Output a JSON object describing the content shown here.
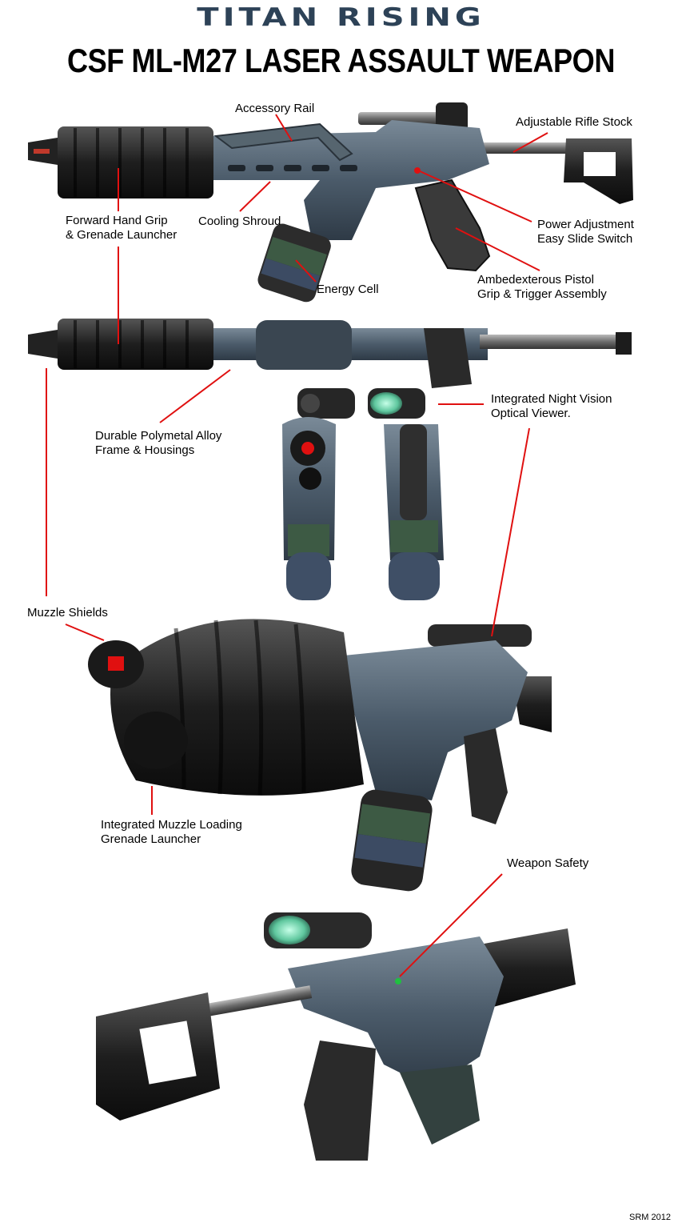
{
  "header": {
    "series_title": "TITAN RISING",
    "main_title": "CSF ML-M27 LASER ASSAULT WEAPON"
  },
  "labels": {
    "accessory_rail": "Accessory Rail",
    "rifle_stock": "Adjustable Rifle Stock",
    "forward_grip_line1": "Forward Hand Grip",
    "forward_grip_line2": "& Grenade Launcher",
    "cooling_shroud": "Cooling Shroud",
    "power_adjust_line1": "Power Adjustment",
    "power_adjust_line2": "Easy Slide Switch",
    "pistol_grip_line1": "Ambedexterous Pistol",
    "pistol_grip_line2": "Grip & Trigger Assembly",
    "energy_cell": "Energy Cell",
    "alloy_frame_line1": "Durable Polymetal Alloy",
    "alloy_frame_line2": "Frame & Housings",
    "night_vision_line1": "Integrated Night Vision",
    "night_vision_line2": "Optical Viewer.",
    "muzzle_shields": "Muzzle Shields",
    "muzzle_launcher_line1": "Integrated Muzzle Loading",
    "muzzle_launcher_line2": "Grenade Launcher",
    "weapon_safety": "Weapon Safety"
  },
  "footer": {
    "credit": "SRM 2012"
  },
  "colors": {
    "leader_line": "#e01010",
    "body_metal": "#4a5a6a",
    "dark_part": "#2a2a2a",
    "cell_green": "#3d5a44",
    "scope_glass": "#7fe0b8",
    "series_title": "#2d4257"
  }
}
